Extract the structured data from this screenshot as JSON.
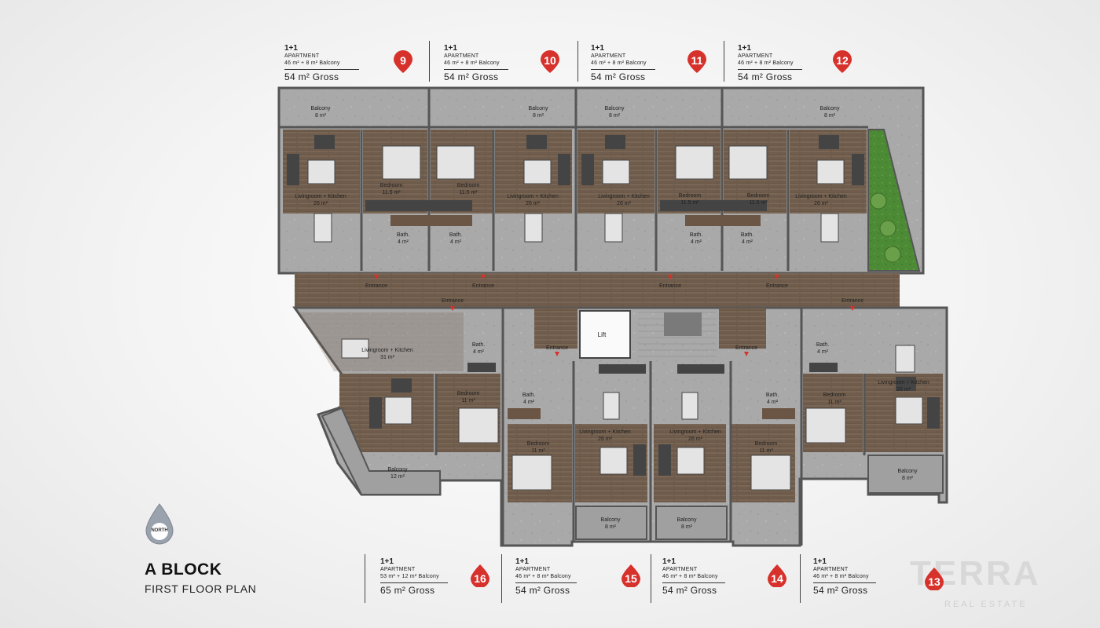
{
  "page": {
    "title": "A BLOCK",
    "subtitle": "FIRST FLOOR PLAN"
  },
  "north": {
    "label": "NORTH"
  },
  "brand": {
    "name": "TERRA",
    "tagline": "REAL ESTATE"
  },
  "colors": {
    "accent": "#d7312c",
    "floor": "#6e5b4b",
    "tile": "#a8a8a8",
    "wall": "#555555",
    "grass": "#4c8a36"
  },
  "apartments": [
    {
      "number": "9",
      "type": "1+1",
      "kind": "APARTMENT",
      "area": "46 m² + 8 m² Balcony",
      "gross": "54 m² Gross"
    },
    {
      "number": "10",
      "type": "1+1",
      "kind": "APARTMENT",
      "area": "46 m² + 8 m² Balcony",
      "gross": "54 m² Gross"
    },
    {
      "number": "11",
      "type": "1+1",
      "kind": "APARTMENT",
      "area": "46 m² + 8 m² Balcony",
      "gross": "54 m² Gross"
    },
    {
      "number": "12",
      "type": "1+1",
      "kind": "APARTMENT",
      "area": "46 m² + 8 m² Balcony",
      "gross": "54 m² Gross"
    },
    {
      "number": "16",
      "type": "1+1",
      "kind": "APARTMENT",
      "area": "53 m² + 12 m² Balcony",
      "gross": "65 m² Gross"
    },
    {
      "number": "15",
      "type": "1+1",
      "kind": "APARTMENT",
      "area": "46 m² + 8 m² Balcony",
      "gross": "54 m² Gross"
    },
    {
      "number": "14",
      "type": "1+1",
      "kind": "APARTMENT",
      "area": "46 m² + 8 m² Balcony",
      "gross": "54 m² Gross"
    },
    {
      "number": "13",
      "type": "1+1",
      "kind": "APARTMENT",
      "area": "46 m² + 8 m² Balcony",
      "gross": "54 m² Gross"
    }
  ],
  "rooms": {
    "balcony": "Balcony",
    "balcony_8": "8 m²",
    "balcony_12": "12 m²",
    "living": "Livingroom + Kitchen",
    "living_26": "26 m²",
    "living_31": "31 m²",
    "bedroom": "Bedroom",
    "bedroom_11_5": "11.5 m²",
    "bedroom_11": "11 m²",
    "bath": "Bath.",
    "bath_4": "4 m²",
    "lift": "Lift",
    "entrance": "Entrance"
  }
}
